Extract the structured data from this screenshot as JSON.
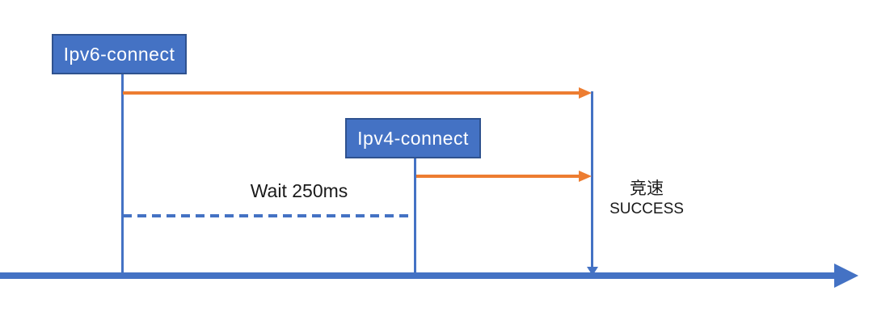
{
  "diagram": {
    "ipv6_box": {
      "label": "Ipv6-connect"
    },
    "ipv4_box": {
      "label": "Ipv4-connect"
    },
    "wait_label": "Wait 250ms",
    "race_result": {
      "line1": "竞速",
      "line2": "SUCCESS"
    }
  },
  "colors": {
    "box_fill": "#4472C4",
    "box_border": "#2F528F",
    "line_blue": "#4472C4",
    "arrow_orange": "#ED7D31",
    "text_dark": "#1a1a1a"
  }
}
